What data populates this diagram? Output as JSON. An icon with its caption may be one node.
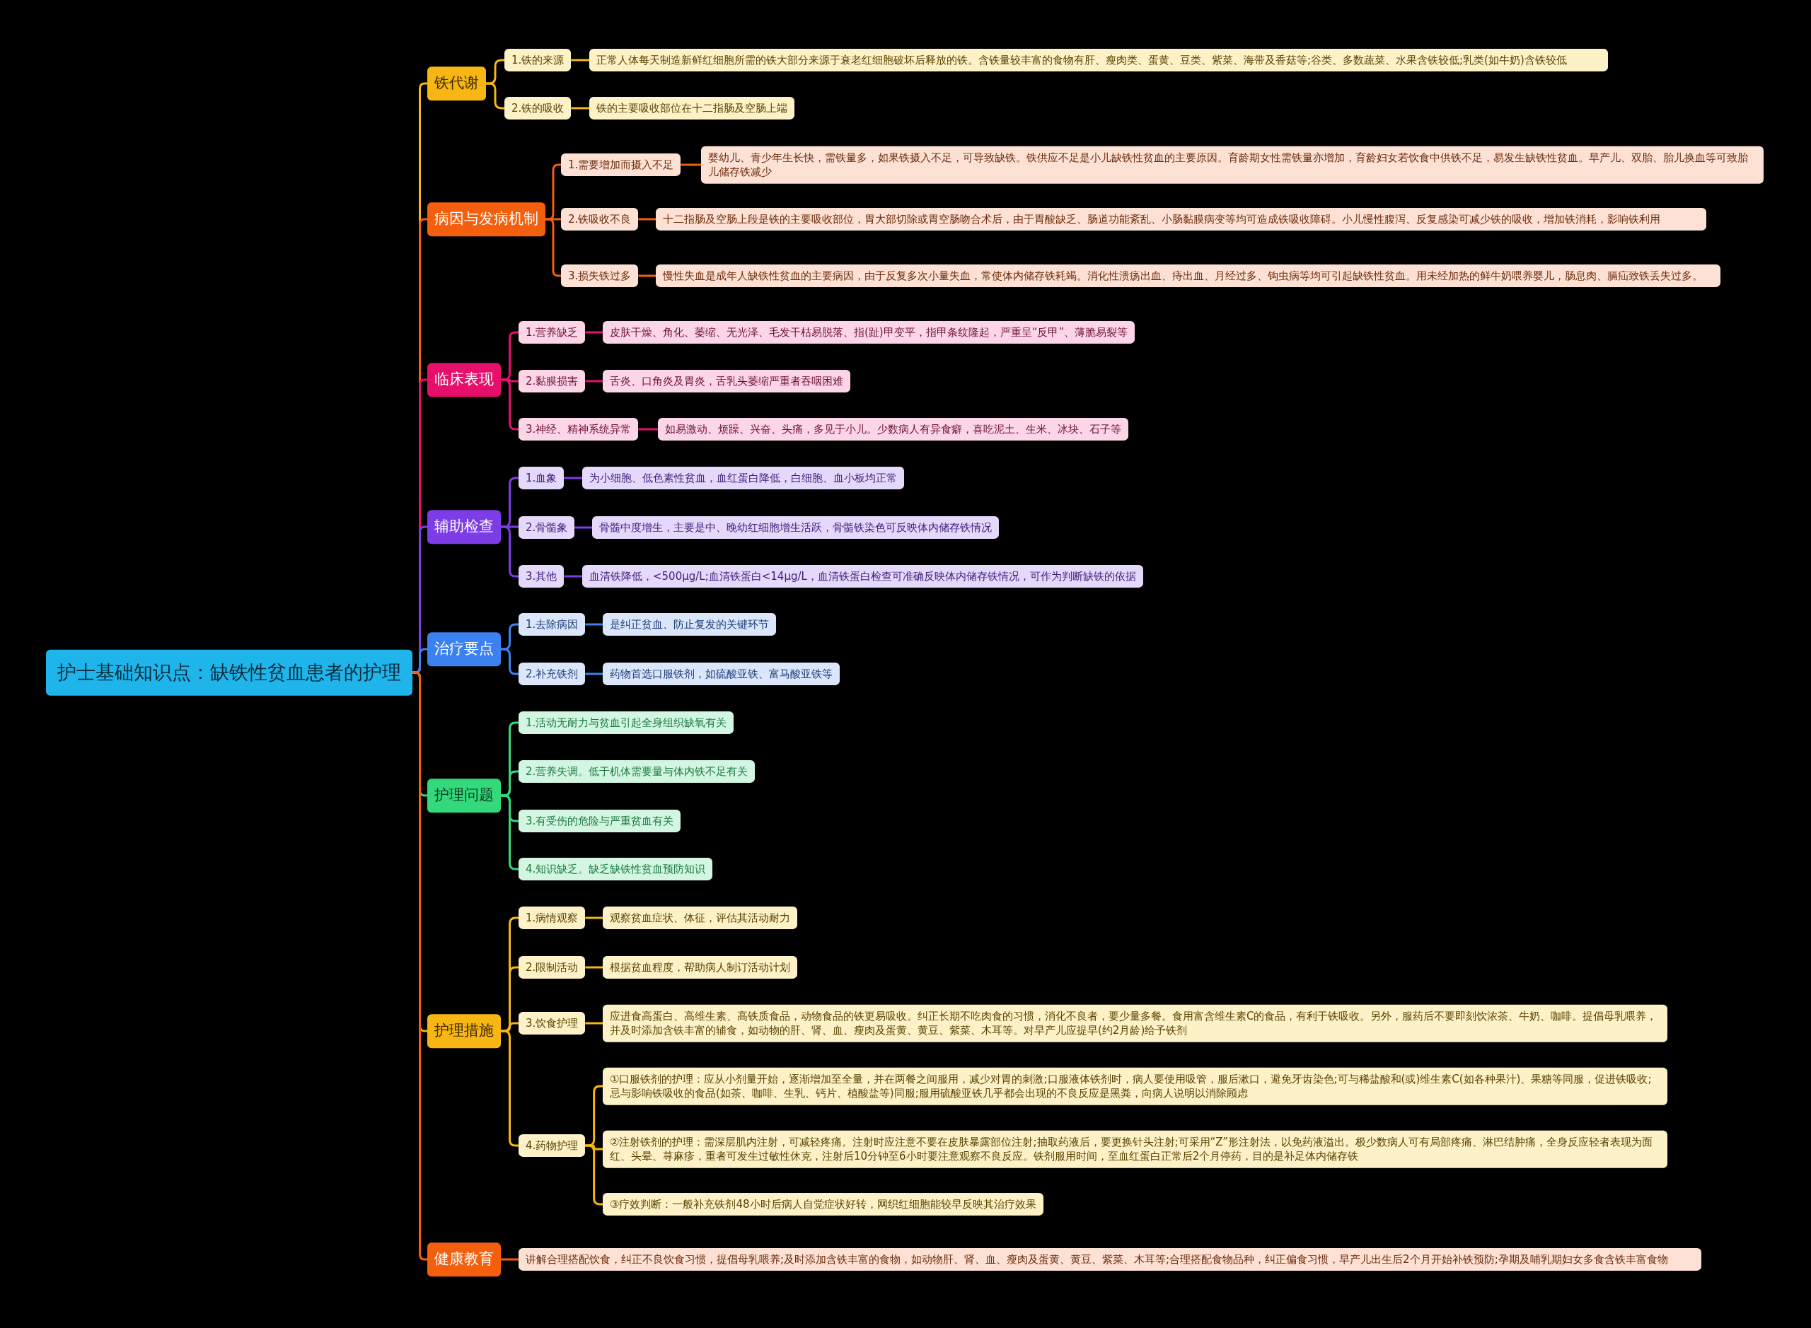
{
  "diagram": {
    "nodes": [
      {
        "text": [
          "护士基础知识点：缺铁性贫血患者的护理"
        ]
      },
      {
        "text": [
          "铁代谢"
        ]
      },
      {
        "text": [
          "1.铁的来源"
        ]
      },
      {
        "text": [
          "正常人体每天制造新鲜红细胞所需的铁大部分来源于衰老红细胞破坏后释放的铁。含铁量较丰富的食物有肝、瘦肉类、蛋黄、豆类、紫菜、海带及香菇等;谷类、多数蔬菜、水果含铁较低;乳类(如牛奶)含铁较低"
        ]
      },
      {
        "text": [
          "2.铁的吸收"
        ]
      },
      {
        "text": [
          "铁的主要吸收部位在十二指肠及空肠上端"
        ]
      },
      {
        "text": [
          "病因与发病机制"
        ]
      },
      {
        "text": [
          "1.需要增加而摄入不足"
        ]
      },
      {
        "text": [
          "婴幼儿、青少年生长快，需铁量多，如果铁摄入不足，可导致缺铁。铁供应不足是小儿缺铁性贫血的主要原因。育龄期女性需铁量亦增加，育龄妇女若饮食中供铁不足，易发生缺铁性贫血。早产儿、双胎、胎儿换血等可致胎儿储存铁减少"
        ]
      },
      {
        "text": [
          "2.铁吸收不良"
        ]
      },
      {
        "text": [
          "十二指肠及空肠上段是铁的主要吸收部位，胃大部切除或胃空肠吻合术后，由于胃酸缺乏、肠道功能紊乱、小肠黏膜病变等均可造成铁吸收障碍。小儿慢性腹泻、反复感染可减少铁的吸收，增加铁消耗，影响铁利用"
        ]
      },
      {
        "text": [
          "3.损失铁过多"
        ]
      },
      {
        "text": [
          "慢性失血是成年人缺铁性贫血的主要病因，由于反复多次小量失血，常使体内储存铁耗竭。消化性溃疡出血、痔出血、月经过多、钩虫病等均可引起缺铁性贫血。用未经加热的鲜牛奶喂养婴儿，肠息肉、膈疝致铁丢失过多。"
        ]
      },
      {
        "text": [
          "临床表现"
        ]
      },
      {
        "text": [
          "1.营养缺乏"
        ]
      },
      {
        "text": [
          "皮肤干燥、角化、萎缩、无光泽、毛发干枯易脱落、指(趾)甲变平，指甲条纹隆起，严重呈“反甲”、薄脆易裂等"
        ]
      },
      {
        "text": [
          "2.黏膜损害"
        ]
      },
      {
        "text": [
          "舌炎、口角炎及胃炎，舌乳头萎缩严重者吞咽困难"
        ]
      },
      {
        "text": [
          "3.神经、精神系统异常"
        ]
      },
      {
        "text": [
          "如易激动、烦躁、兴奋、头痛，多见于小儿。少数病人有异食癖，喜吃泥土、生米、冰块、石子等"
        ]
      },
      {
        "text": [
          "辅助检查"
        ]
      },
      {
        "text": [
          "1.血象"
        ]
      },
      {
        "text": [
          "为小细胞、低色素性贫血，血红蛋白降低，白细胞、血小板均正常"
        ]
      },
      {
        "text": [
          "2.骨髓象"
        ]
      },
      {
        "text": [
          "骨髓中度增生，主要是中、晚幼红细胞增生活跃，骨髓铁染色可反映体内储存铁情况"
        ]
      },
      {
        "text": [
          "3.其他"
        ]
      },
      {
        "text": [
          "血清铁降低，<500μg/L;血清铁蛋白<14μg/L，血清铁蛋白检查可准确反映体内储存铁情况，可作为判断缺铁的依据"
        ]
      },
      {
        "text": [
          "治疗要点"
        ]
      },
      {
        "text": [
          "1.去除病因"
        ]
      },
      {
        "text": [
          "是纠正贫血、防止复发的关键环节"
        ]
      },
      {
        "text": [
          "2.补充铁剂"
        ]
      },
      {
        "text": [
          "药物首选口服铁剂，如硫酸亚铁、富马酸亚铁等"
        ]
      },
      {
        "text": [
          "护理问题"
        ]
      },
      {
        "text": [
          "1.活动无耐力与贫血引起全身组织缺氧有关"
        ]
      },
      {
        "text": [
          "2.营养失调。低于机体需要量与体内铁不足有关"
        ]
      },
      {
        "text": [
          "3.有受伤的危险与严重贫血有关"
        ]
      },
      {
        "text": [
          "4.知识缺乏。缺乏缺铁性贫血预防知识"
        ]
      },
      {
        "text": [
          "护理措施"
        ]
      },
      {
        "text": [
          "1.病情观察"
        ]
      },
      {
        "text": [
          "观察贫血症状、体征，评估其活动耐力"
        ]
      },
      {
        "text": [
          "2.限制活动"
        ]
      },
      {
        "text": [
          "根据贫血程度，帮助病人制订活动计划"
        ]
      },
      {
        "text": [
          "3.饮食护理"
        ]
      },
      {
        "text": [
          "应进食高蛋白、高维生素、高铁质食品，动物食品的铁更易吸收。纠正长期不吃肉食的习惯，消化不良者，要少量多餐。食用富含维生素C的食品，有利于铁吸收。另外，服药后不要即刻饮浓茶、牛奶、咖啡。提倡母乳喂养，并及时添加含铁丰富的辅食，如动物的肝、肾、血、瘦肉及蛋黄、黄豆、紫菜、木耳等。对早产儿应提早(约2月龄)给予铁剂"
        ]
      },
      {
        "text": [
          "4.药物护理"
        ]
      },
      {
        "text": [
          "①口服铁剂的护理：应从小剂量开始，逐渐增加至全量，并在两餐之间服用，减少对胃的刺激;口服液体铁剂时，病人要使用吸管，服后漱口，避免牙齿染色;可与稀盐酸和(或)维生素C(如各种果汁)、果糖等同服，促进铁吸收;忌与影响铁吸收的食品(如茶、咖啡、生乳、钙片、植酸盐等)同服;服用硫酸亚铁几乎都会出现的不良反应是黑粪，向病人说明以消除顾虑"
        ]
      },
      {
        "text": [
          "②注射铁剂的护理：需深层肌内注射，可减轻疼痛。注射时应注意不要在皮肤暴露部位注射;抽取药液后，要更换针头注射;可采用“Z”形注射法，以免药液溢出。极少数病人可有局部疼痛、淋巴结肿痛，全身反应轻者表现为面红、头晕、荨麻疹，重者可发生过敏性休克，注射后10分钟至6小时要注意观察不良反应。铁剂服用时间，至血红蛋白正常后2个月停药，目的是补足体内储存铁"
        ]
      },
      {
        "text": [
          "③疗效判断：一般补充铁剂48小时后病人自觉症状好转，网织红细胞能较早反映其治疗效果"
        ]
      },
      {
        "text": [
          "健康教育"
        ]
      },
      {
        "text": [
          "讲解合理搭配饮食，纠正不良饮食习惯，提倡母乳喂养;及时添加含铁丰富的食物，如动物肝、肾、血、瘦肉及蛋黄、黄豆、紫菜、木耳等;合理搭配食物品种，纠正偏食习惯，早产儿出生后2个月开始补铁预防;孕期及哺乳期妇女多食含铁丰富食物"
        ]
      }
    ],
    "edges": [
      {
        "from": 0,
        "to": 1,
        "arrow": "none"
      },
      {
        "from": 1,
        "to": 2,
        "arrow": "none"
      },
      {
        "from": 2,
        "to": 3,
        "arrow": "none"
      },
      {
        "from": 1,
        "to": 4,
        "arrow": "none"
      },
      {
        "from": 4,
        "to": 5,
        "arrow": "none"
      },
      {
        "from": 0,
        "to": 6,
        "arrow": "none",
        "color": "#f35f0d"
      },
      {
        "from": 6,
        "to": 7,
        "arrow": "none",
        "color": "#f35f0d"
      },
      {
        "from": 7,
        "to": 8,
        "arrow": "none",
        "color": "#f35f0d"
      },
      {
        "from": 6,
        "to": 9,
        "arrow": "none",
        "color": "#f35f0d"
      },
      {
        "from": 9,
        "to": 10,
        "arrow": "none",
        "color": "#f35f0d"
      },
      {
        "from": 6,
        "to": 11,
        "arrow": "none",
        "color": "#f35f0d"
      },
      {
        "from": 11,
        "to": 12,
        "arrow": "none",
        "color": "#f35f0d"
      },
      {
        "from": 0,
        "to": 13,
        "arrow": "none",
        "color": "#e6106b"
      },
      {
        "from": 13,
        "to": 14,
        "arrow": "none",
        "color": "#e6106b"
      },
      {
        "from": 14,
        "to": 15,
        "arrow": "none",
        "color": "#e6106b"
      },
      {
        "from": 13,
        "to": 16,
        "arrow": "none",
        "color": "#e6106b"
      },
      {
        "from": 16,
        "to": 17,
        "arrow": "none",
        "color": "#e6106b"
      },
      {
        "from": 13,
        "to": 18,
        "arrow": "none",
        "color": "#e6106b"
      },
      {
        "from": 18,
        "to": 19,
        "arrow": "none",
        "color": "#e6106b"
      },
      {
        "from": 0,
        "to": 20,
        "arrow": "none",
        "color": "#7c3ce6"
      },
      {
        "from": 20,
        "to": 21,
        "arrow": "none",
        "color": "#7c3ce6"
      },
      {
        "from": 21,
        "to": 22,
        "arrow": "none",
        "color": "#7c3ce6"
      },
      {
        "from": 20,
        "to": 23,
        "arrow": "none",
        "color": "#7c3ce6"
      },
      {
        "from": 23,
        "to": 24,
        "arrow": "none",
        "color": "#7c3ce6"
      },
      {
        "from": 20,
        "to": 25,
        "arrow": "none",
        "color": "#7c3ce6"
      },
      {
        "from": 25,
        "to": 26,
        "arrow": "none",
        "color": "#7c3ce6"
      },
      {
        "from": 0,
        "to": 27,
        "arrow": "none",
        "color": "#3b82f0"
      },
      {
        "from": 27,
        "to": 28,
        "arrow": "none",
        "color": "#3b82f0"
      },
      {
        "from": 28,
        "to": 29,
        "arrow": "none",
        "color": "#3b82f0"
      },
      {
        "from": 27,
        "to": 30,
        "arrow": "none",
        "color": "#3b82f0"
      },
      {
        "from": 30,
        "to": 31,
        "arrow": "none",
        "color": "#3b82f0"
      },
      {
        "from": 0,
        "to": 32,
        "arrow": "none",
        "color": "#34d97c"
      },
      {
        "from": 32,
        "to": 33,
        "arrow": "none",
        "color": "#34d97c"
      },
      {
        "from": 32,
        "to": 34,
        "arrow": "none",
        "color": "#34d97c"
      },
      {
        "from": 32,
        "to": 35,
        "arrow": "none",
        "color": "#34d97c"
      },
      {
        "from": 32,
        "to": 36,
        "arrow": "none",
        "color": "#34d97c"
      },
      {
        "from": 0,
        "to": 37,
        "arrow": "none"
      },
      {
        "from": 37,
        "to": 38,
        "arrow": "none"
      },
      {
        "from": 38,
        "to": 39,
        "arrow": "none"
      },
      {
        "from": 37,
        "to": 40,
        "arrow": "none"
      },
      {
        "from": 40,
        "to": 41,
        "arrow": "none"
      },
      {
        "from": 37,
        "to": 42,
        "arrow": "none"
      },
      {
        "from": 42,
        "to": 43,
        "arrow": "none"
      },
      {
        "from": 37,
        "to": 44,
        "arrow": "none"
      },
      {
        "from": 44,
        "to": 45,
        "arrow": "none"
      },
      {
        "from": 44,
        "to": 46,
        "arrow": "none"
      },
      {
        "from": 44,
        "to": 47,
        "arrow": "none"
      },
      {
        "from": 0,
        "to": 48,
        "arrow": "none",
        "color": "#f35f0d"
      },
      {
        "from": 48,
        "to": 49,
        "arrow": "none",
        "color": "#f35f0d"
      }
    ]
  }
}
